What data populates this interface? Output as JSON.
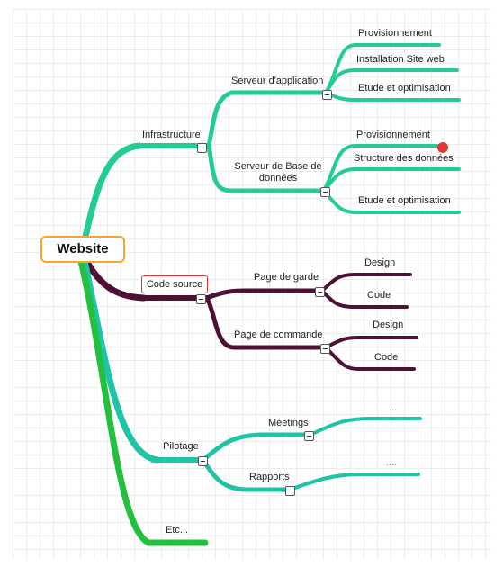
{
  "colors": {
    "teal": "#23cc96",
    "teal_dark": "#1ec4a6",
    "purple": "#4e1035",
    "green": "#22c03c",
    "root_border": "#f4a62a",
    "selected_border": "#e0302a",
    "marker": "#e83535"
  },
  "root": {
    "label": "Website"
  },
  "infrastructure": {
    "label": "Infrastructure",
    "app_server": {
      "label": "Serveur d'application",
      "children": [
        "Provisionnement",
        "Installation Site web",
        "Etude et optimisation"
      ]
    },
    "db_server": {
      "label": "Serveur de Base de données",
      "children": [
        "Provisionnement",
        "Structure des données",
        "Etude et optimisation"
      ]
    }
  },
  "code_source": {
    "label": "Code source",
    "page_garde": {
      "label": "Page de garde",
      "children": [
        "Design",
        "Code"
      ]
    },
    "page_commande": {
      "label": "Page de commande",
      "children": [
        "Design",
        "Code"
      ]
    }
  },
  "pilotage": {
    "label": "Pilotage",
    "meetings": {
      "label": "Meetings",
      "children": [
        "..."
      ]
    },
    "rapports": {
      "label": "Rapports",
      "children": [
        "...."
      ]
    }
  },
  "etc": {
    "label": "Etc..."
  }
}
